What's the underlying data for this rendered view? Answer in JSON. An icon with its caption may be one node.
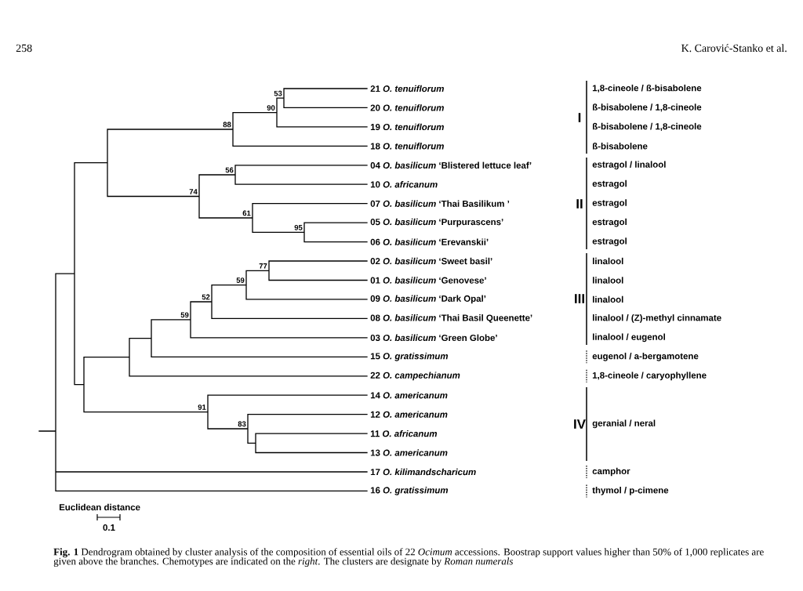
{
  "diagram": {
    "caption": "**Fig. 1** Dendrogram obtained by cluster analysis of the composition of essential oils of 22 *Ocimum* accessions. Boostrap support values higher than 50% of 1,000 replicates are given above the branches. Chemotypes are indicated on the *right*. The clusters are designate by *Roman numerals*",
    "labels": [
      "258",
      "K. Carović-Stanko et al.",
      "53",
      "90",
      "88",
      "56",
      "74",
      "61",
      "95",
      "77",
      "59",
      "52",
      "59",
      "91",
      "83",
      "21 *O. tenuiflorum*",
      "20 *O. tenuiflorum*",
      "19 *O. tenuiflorum*",
      "18 *O. tenuiflorum*",
      "04 *O. basilicum* ‘Blistered lettuce leaf’",
      "10 *O. africanum*",
      "07 *O. basilicum* ‘Thai Basilikum ’",
      "05 *O. basilicum* ‘Purpurascens’",
      "06 *O. basilicum* ‘Erevanskii’",
      "02 *O. basilicum* ‘Sweet basil’",
      "01 *O. basilicum* ‘Genovese’",
      "09 *O. basilicum* ‘Dark Opal’",
      "08 *O. basilicum* ‘Thai Basil Queenette’",
      "03 *O. basilicum* ‘Green Globe’",
      "15 *O. gratissimum*",
      "22 *O. campechianum*",
      "14 *O. americanum*",
      "12 *O. americanum*",
      "11 *O. africanum*",
      "13 *O. americanum*",
      "17 *O. kilimandscharicum*",
      "16 *O. gratissimum*",
      "I",
      "II",
      "III",
      "IV",
      "1,8-cineole / ß-bisabolene",
      "ß-bisabolene / 1,8-cineole",
      "ß-bisabolene / 1,8-cineole",
      "ß-bisabolene",
      "estragol / linalool",
      "estragol",
      "estragol",
      "estragol",
      "estragol",
      "linalool",
      "linalool",
      "linalool",
      "linalool / (Z)-methyl cinnamate",
      "linalool / eugenol",
      "eugenol / a-bergamotene",
      "1,8-cineole / caryophyllene",
      "geranial / neral",
      "camphor",
      "thymol / p-cimene",
      "Euclidean distance",
      "0.1"
    ]
  }
}
